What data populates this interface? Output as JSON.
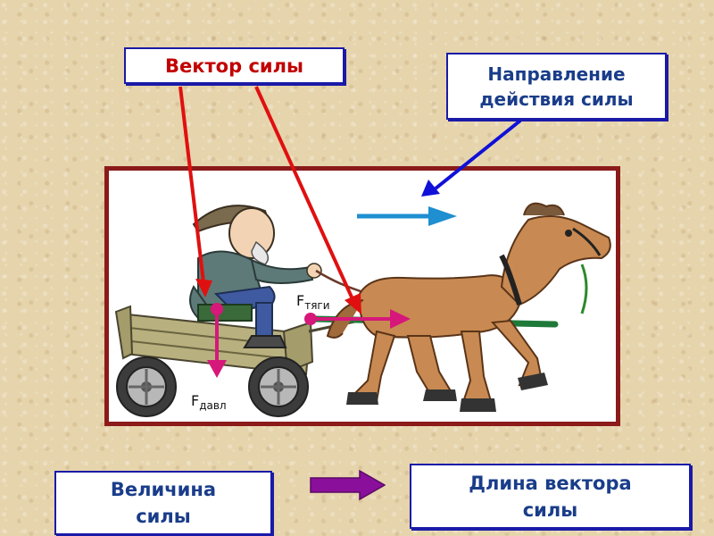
{
  "labels": {
    "force_vector": "Вектор силы",
    "direction": "Направление\nдействия силы",
    "magnitude": "Величина\nсилы",
    "vector_length": "Длина вектора\nсилы"
  },
  "forces": {
    "pressure": {
      "letter": "F",
      "subscript": "давл"
    },
    "traction": {
      "letter": "F",
      "subscript": "тяги"
    }
  },
  "colors": {
    "box_border": "#1a1aa8",
    "red_text": "#c20000",
    "blue_text": "#1a3d8a",
    "frame": "#8b1a1a",
    "vector": "#d6187a",
    "pointer_red": "#e01010",
    "pointer_blue": "#1010d8",
    "direction_arrow": "#1e8fd0",
    "purple_arrow": "#8a0f9a"
  }
}
